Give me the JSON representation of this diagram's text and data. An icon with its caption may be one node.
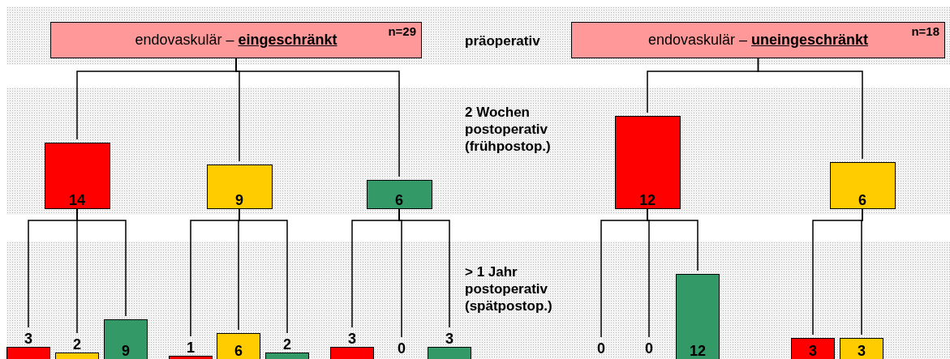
{
  "diagram": {
    "nodes": [
      {
        "text": [
          "endovaskulär – **eingeschränkt**",
          "n=29"
        ]
      },
      {
        "text": [
          "endovaskulär – **uneingeschränkt**",
          "n=18"
        ]
      },
      {
        "text": [
          "14"
        ]
      },
      {
        "text": [
          "9"
        ]
      },
      {
        "text": [
          "6"
        ]
      },
      {
        "text": [
          "12"
        ]
      },
      {
        "text": [
          "6"
        ]
      },
      {
        "text": [
          "3"
        ]
      },
      {
        "text": [
          "2"
        ]
      },
      {
        "text": [
          "9"
        ]
      },
      {
        "text": [
          "1"
        ]
      },
      {
        "text": [
          "6"
        ]
      },
      {
        "text": [
          "2"
        ]
      },
      {
        "text": [
          "3"
        ]
      },
      {
        "text": [
          "0"
        ]
      },
      {
        "text": [
          "3"
        ]
      },
      {
        "text": [
          "0"
        ]
      },
      {
        "text": [
          "0"
        ]
      },
      {
        "text": [
          "12"
        ]
      },
      {
        "text": [
          "3"
        ]
      },
      {
        "text": [
          "3"
        ]
      }
    ],
    "edges": [
      {
        "from": 0,
        "to": 2,
        "arrow": "none"
      },
      {
        "from": 0,
        "to": 3,
        "arrow": "none"
      },
      {
        "from": 0,
        "to": 4,
        "arrow": "none"
      },
      {
        "from": 1,
        "to": 5,
        "arrow": "none"
      },
      {
        "from": 1,
        "to": 6,
        "arrow": "none"
      },
      {
        "from": 2,
        "to": 7,
        "arrow": "none"
      },
      {
        "from": 2,
        "to": 8,
        "arrow": "none"
      },
      {
        "from": 2,
        "to": 9,
        "arrow": "none"
      },
      {
        "from": 3,
        "to": 10,
        "arrow": "none"
      },
      {
        "from": 3,
        "to": 11,
        "arrow": "none"
      },
      {
        "from": 3,
        "to": 12,
        "arrow": "none"
      },
      {
        "from": 4,
        "to": 13,
        "arrow": "none"
      },
      {
        "from": 4,
        "to": 14,
        "arrow": "none"
      },
      {
        "from": 4,
        "to": 15,
        "arrow": "none"
      },
      {
        "from": 5,
        "to": 16,
        "arrow": "none"
      },
      {
        "from": 5,
        "to": 17,
        "arrow": "none"
      },
      {
        "from": 5,
        "to": 18,
        "arrow": "none"
      },
      {
        "from": 6,
        "to": 19,
        "arrow": "none"
      },
      {
        "from": 6,
        "to": 20,
        "arrow": "none"
      }
    ],
    "labels": [
      "präoperativ",
      "2 Wochen postoperativ (frühpostop.)",
      "> 1 Jahr postoperativ (spätpostop.)"
    ]
  }
}
